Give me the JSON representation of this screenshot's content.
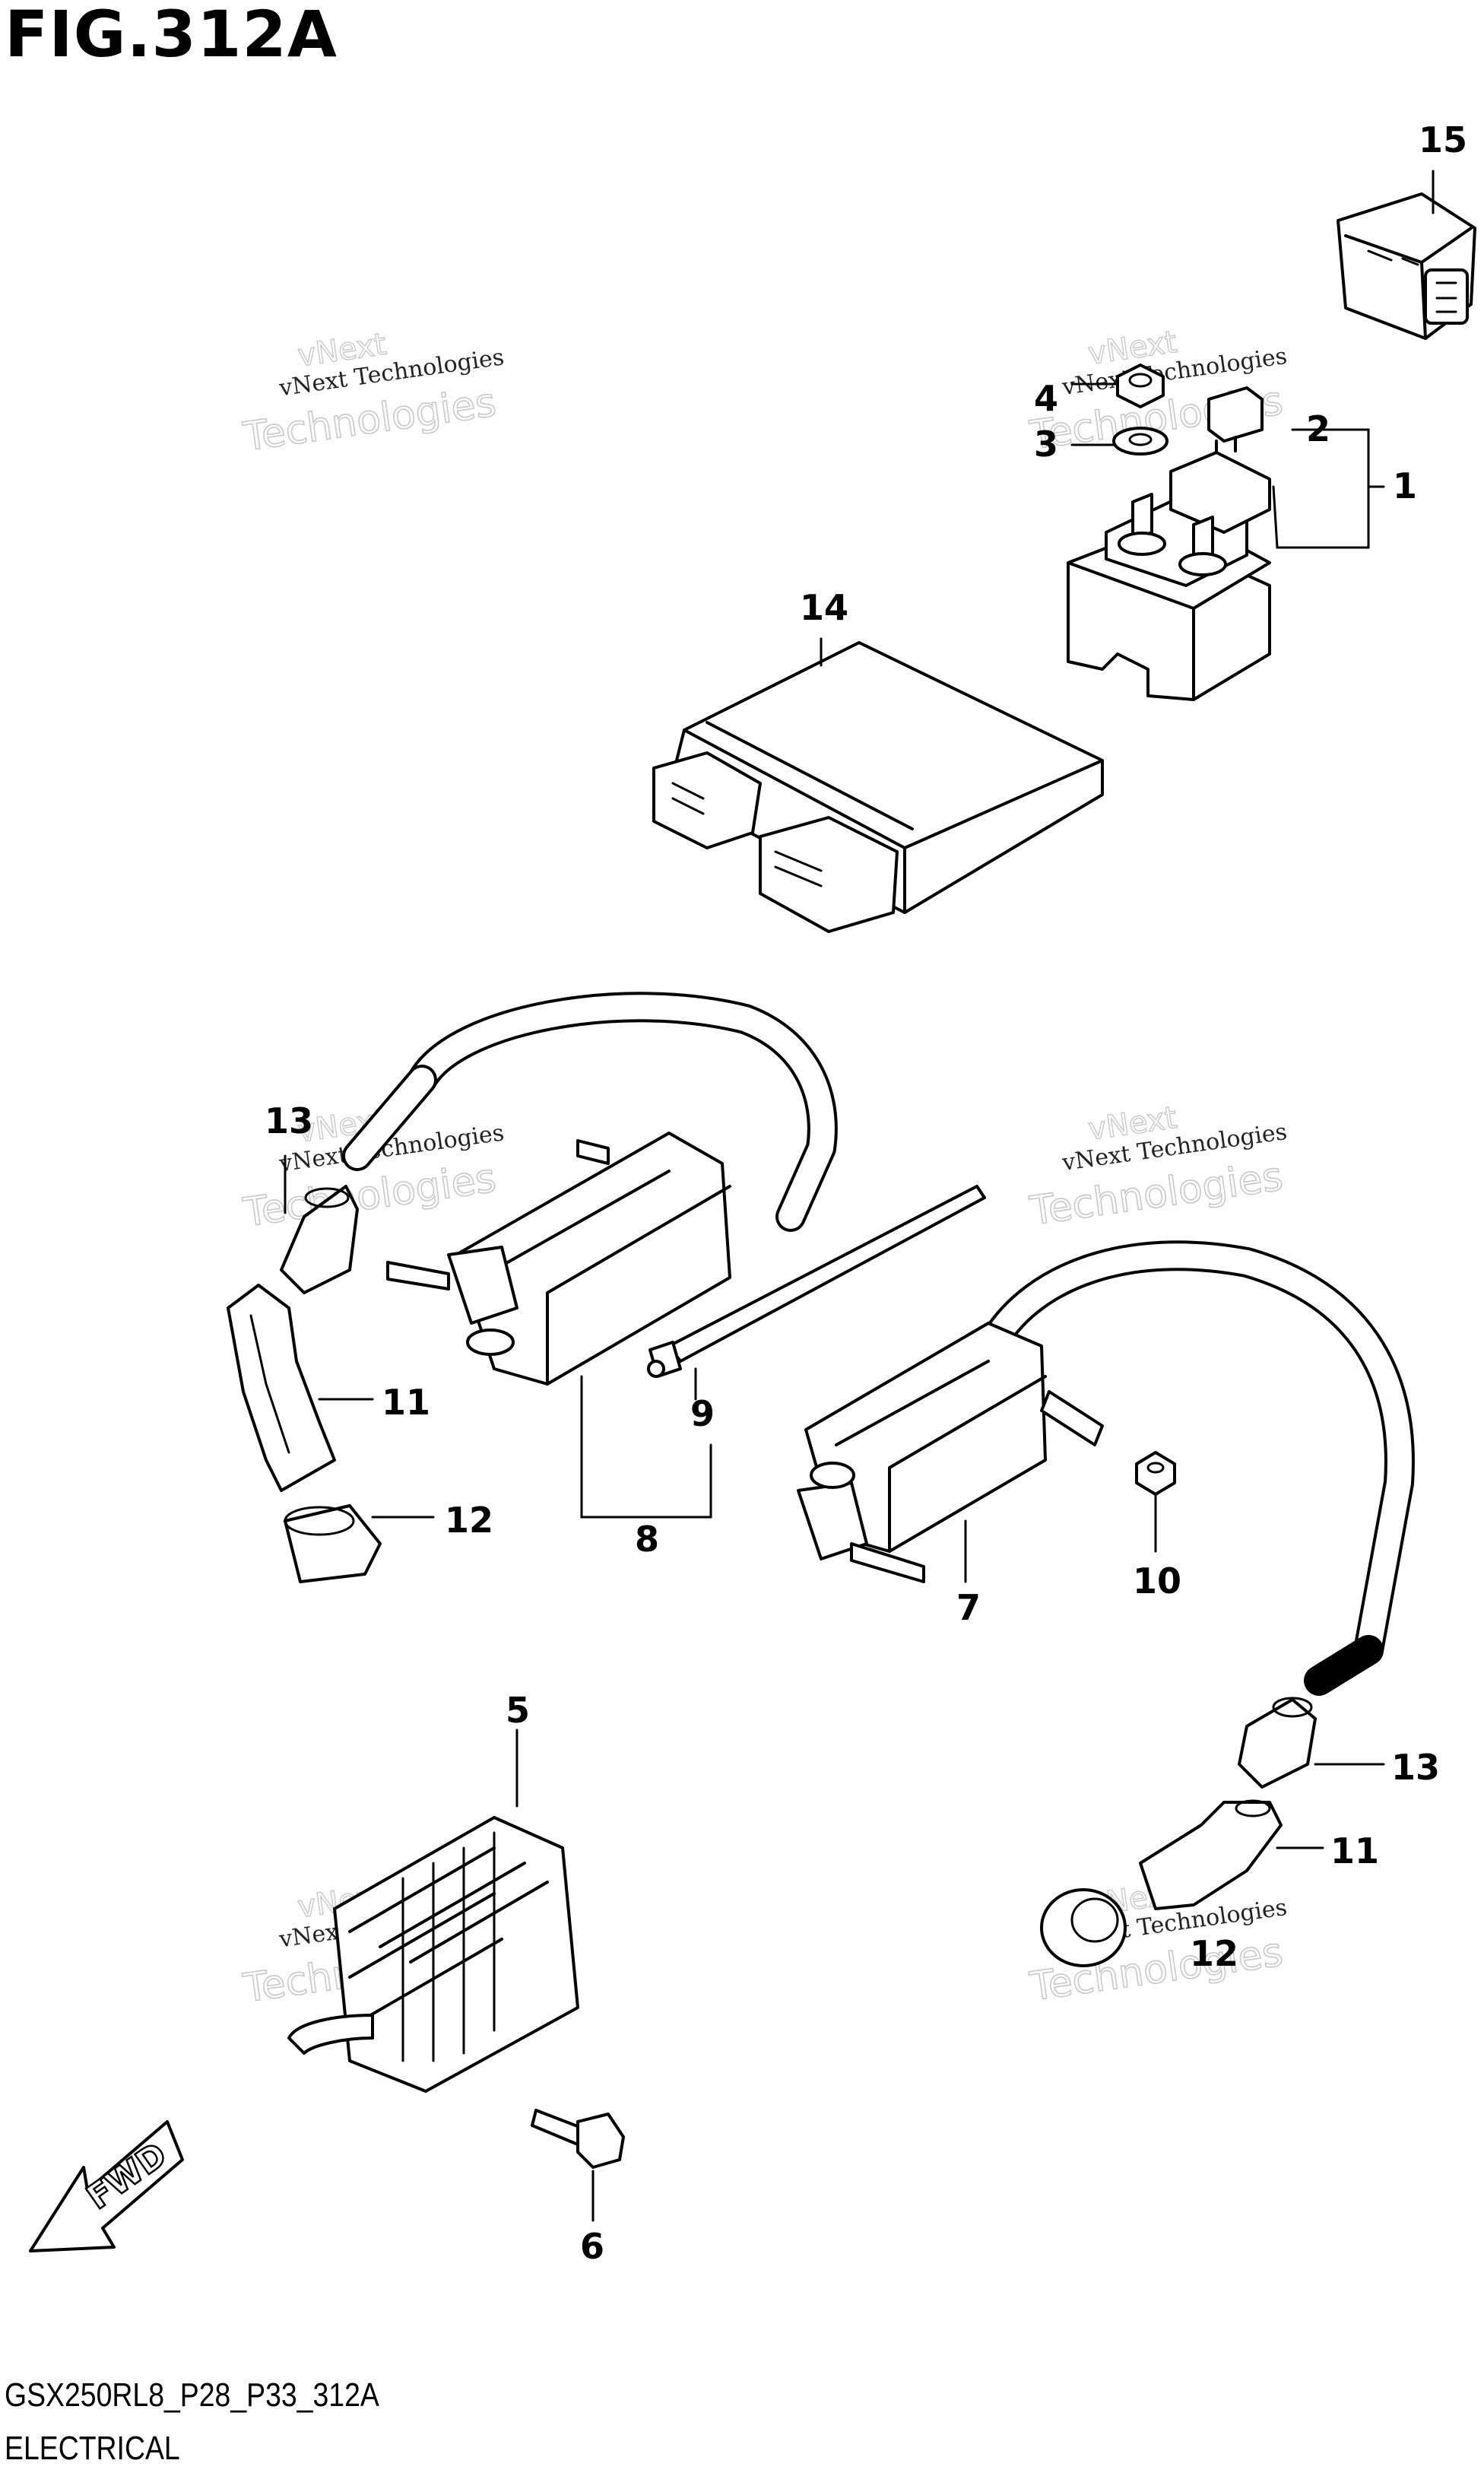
{
  "figure": {
    "title": "FIG.312A",
    "code": "GSX250RL8_P28_P33_312A",
    "section": "ELECTRICAL"
  },
  "watermark": {
    "line1": "vNext Technologies",
    "line2": "Technologies",
    "line3": "vNext"
  },
  "fwd_label": "FWD",
  "callouts": {
    "c1": "1",
    "c2": "2",
    "c3": "3",
    "c4": "4",
    "c5": "5",
    "c6": "6",
    "c7": "7",
    "c8": "8",
    "c9": "9",
    "c10": "10",
    "c11a": "11",
    "c11b": "11",
    "c12a": "12",
    "c12b": "12",
    "c13a": "13",
    "c13b": "13",
    "c14": "14",
    "c15": "15"
  }
}
